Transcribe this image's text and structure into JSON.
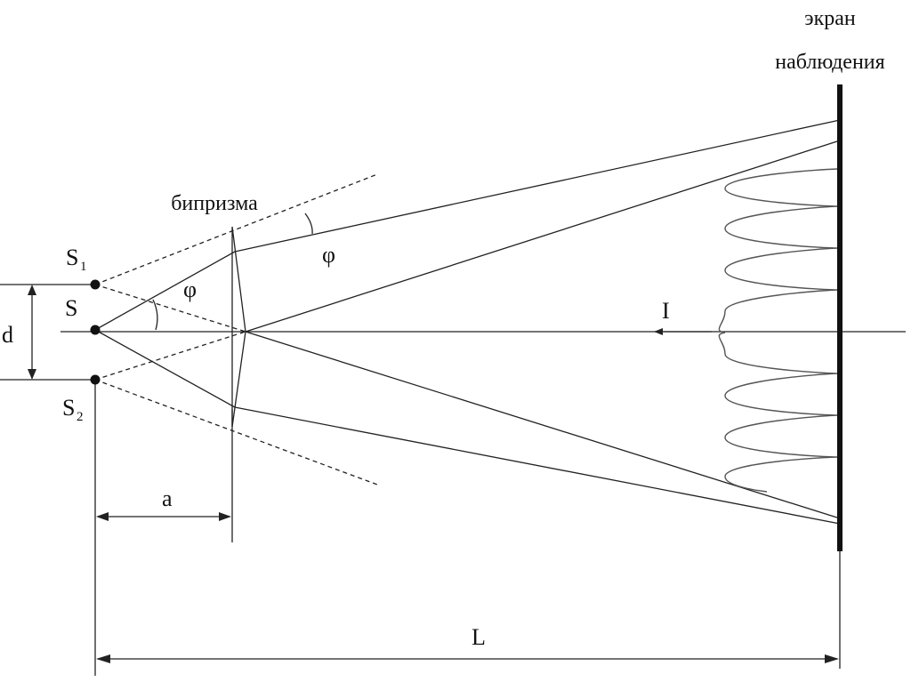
{
  "labels": {
    "screen_line1": "экран",
    "screen_line2": "наблюдения",
    "biprism": "бипризма",
    "s1": "S",
    "s1_sub": "1",
    "s": "S",
    "s2": "S",
    "s2_sub": "2",
    "d": "d",
    "a": "a",
    "L": "L",
    "I": "I",
    "phi_left": "φ",
    "phi_right": "φ"
  },
  "colors": {
    "lines": "#222222",
    "intensity_curve": "#555555",
    "screen": "#111111"
  }
}
